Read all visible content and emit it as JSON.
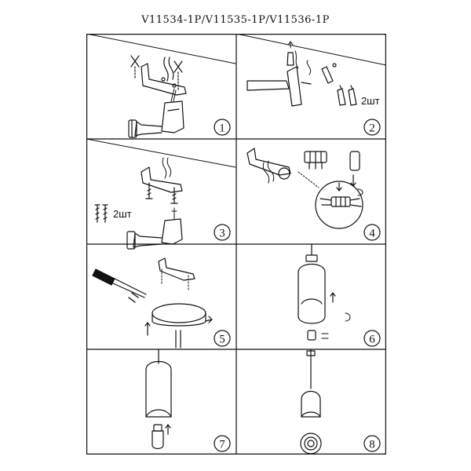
{
  "header": {
    "title": "V11534-1P/V11535-1P/V11536-1P"
  },
  "steps": [
    {
      "number": "1"
    },
    {
      "number": "2",
      "quantity_label": "2шт"
    },
    {
      "number": "3",
      "quantity_label": "2шт"
    },
    {
      "number": "4"
    },
    {
      "number": "5"
    },
    {
      "number": "6"
    },
    {
      "number": "7"
    },
    {
      "number": "8"
    }
  ]
}
